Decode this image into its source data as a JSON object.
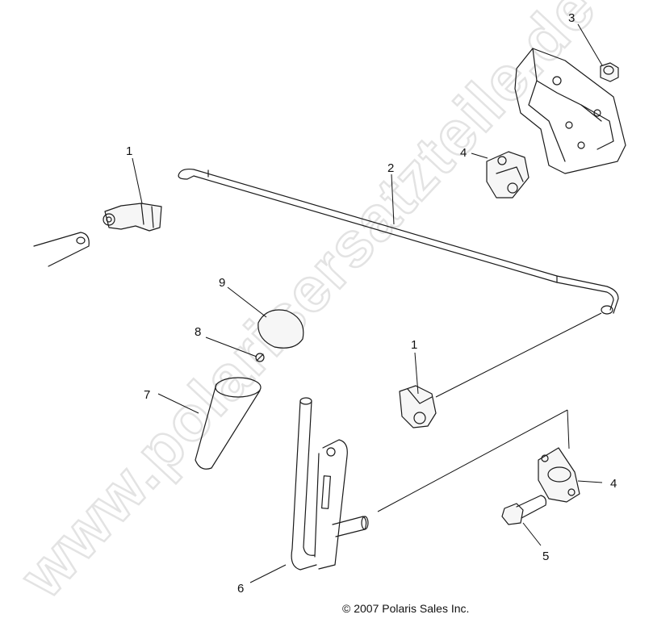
{
  "watermark": "www.polarisersatzteile.de",
  "copyright": "© 2007  Polaris Sales Inc.",
  "callouts": {
    "c1a": "1",
    "c2": "2",
    "c3": "3",
    "c4a": "4",
    "c9": "9",
    "c8": "8",
    "c7": "7",
    "c1b": "1",
    "c4b": "4",
    "c5": "5",
    "c6": "6"
  }
}
